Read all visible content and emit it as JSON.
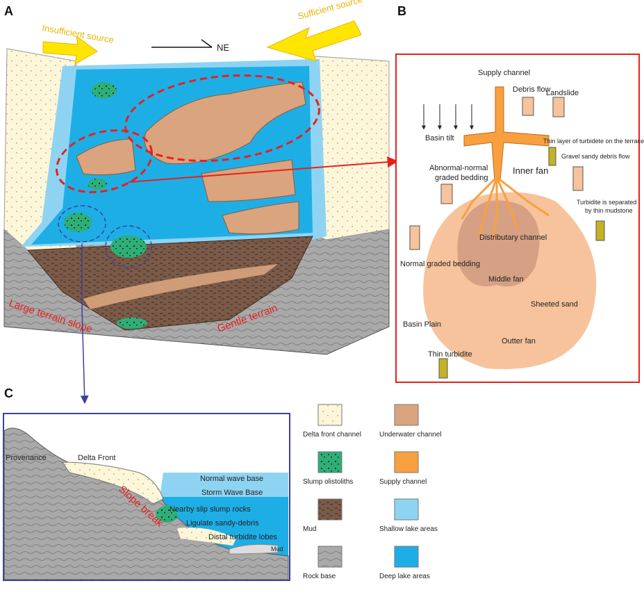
{
  "panels": {
    "a": "A",
    "b": "B",
    "c": "C"
  },
  "panel_a": {
    "insufficient_source": "Insufficient source",
    "sufficient_source": "Sufficient source",
    "north_east": "NE",
    "large_terrain_slope": "Large terrain slope",
    "gentle_terrain": "Gentle terrain"
  },
  "panel_b": {
    "supply_channel": "Supply channel",
    "debris_flow": "Debris flow",
    "landslide": "Landslide",
    "basin_tilt": "Basin tilt",
    "thin_layer_turbidite": "Thin layer of turbidete on the terrace",
    "gravel_sandy_debris_flow": "Gravel sandy debris flow",
    "inner_fan": "Inner fan",
    "abnormal_normal_line1": "Abnormal-normal",
    "abnormal_normal_line2": "graded bedding",
    "turbidite_separated_line1": "Turbidite is separated",
    "turbidite_separated_line2": "by thin mudstone",
    "distributary_channel": "Distributary channel",
    "normal_graded_bedding": "Normal graded bedding",
    "middle_fan": "Middle fan",
    "sheeted_sand": "Sheeted sand",
    "basin_plain": "Basin Plain",
    "outter_fan": "Outter fan",
    "thin_turbidite": "Thin turbidite"
  },
  "panel_c": {
    "provenance": "Provenance",
    "delta_front": "Delta Front",
    "normal_wave_base": "Normal wave base",
    "storm_wave_base": "Storm Wave Base",
    "slope_break": "Slope break",
    "nearby_slip_slump_rocks": "Nearby slip slump rocks",
    "ligulate_sandy_debris": "Ligulate sandy-debris",
    "distal_turbidite_lobes": "Distal turbidite lobes",
    "mud": "Mud"
  },
  "legend": [
    {
      "label": "Delta front channel",
      "color": "#fdf6d8"
    },
    {
      "label": "Underwater channel",
      "color": "#d9a47e"
    },
    {
      "label": "Slump olistoliths",
      "color": "#2fae78"
    },
    {
      "label": "Supply channel",
      "color": "#f8a040"
    },
    {
      "label": "Mud",
      "color": "#7a5a48"
    },
    {
      "label": "Shallow lake areas",
      "color": "#8ed4f2"
    },
    {
      "label": "Rock base",
      "color": "#a9a9a9"
    },
    {
      "label": "Deep lake areas",
      "color": "#1eaee6"
    }
  ],
  "colors": {
    "deep_lake": "#1eaee6",
    "shallow_lake": "#8ed4f2",
    "sand": "#fdf6d8",
    "channel": "#d9a47e",
    "mud": "#7a5a48",
    "rock": "#a9a9a9",
    "fan": "#f6c39c",
    "fan_mid": "#c8917a",
    "supply": "#f8a040",
    "highlight_red": "#e8201c",
    "arrow_yellow": "#ffe500"
  }
}
